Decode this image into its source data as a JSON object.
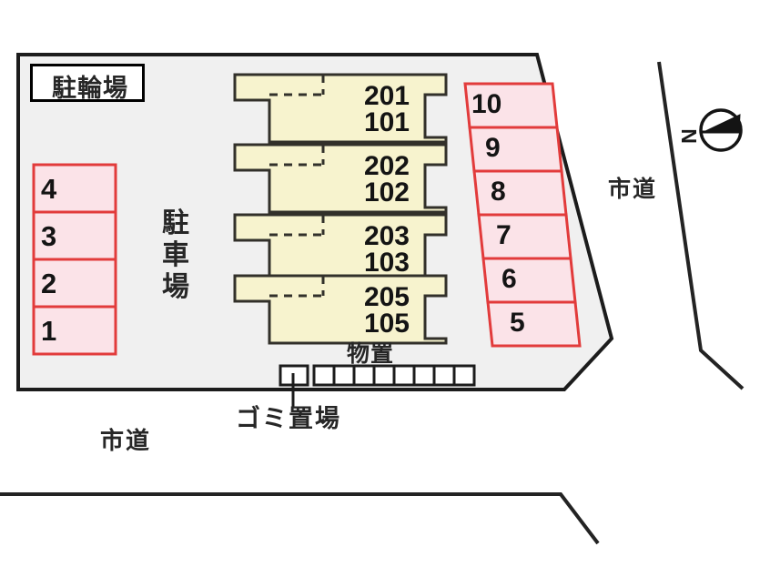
{
  "site": {
    "background_color": "#f0f0f0",
    "outline_color": "#1c1c1c",
    "bike_parking_label": "駐輪場",
    "car_parking_label": "駐車場",
    "storage_label": "物置",
    "trash_label": "ゴミ置場",
    "road_label_right": "市道",
    "road_label_bottom": "市道",
    "compass_label": "N"
  },
  "colors": {
    "stall_border": "#e23b3b",
    "stall_fill": "#fbe3e8",
    "unit_fill": "#f7f3ce",
    "unit_border": "#32302a",
    "road_line": "#232323"
  },
  "left_stalls": [
    {
      "number": "4"
    },
    {
      "number": "3"
    },
    {
      "number": "2"
    },
    {
      "number": "1"
    }
  ],
  "right_stalls": [
    {
      "number": "10"
    },
    {
      "number": "9"
    },
    {
      "number": "8"
    },
    {
      "number": "7"
    },
    {
      "number": "6"
    },
    {
      "number": "5"
    }
  ],
  "building_units": [
    {
      "upper": "201",
      "lower": "101"
    },
    {
      "upper": "202",
      "lower": "102"
    },
    {
      "upper": "203",
      "lower": "103"
    },
    {
      "upper": "205",
      "lower": "105"
    }
  ],
  "storage": {
    "cell_count": 8
  }
}
